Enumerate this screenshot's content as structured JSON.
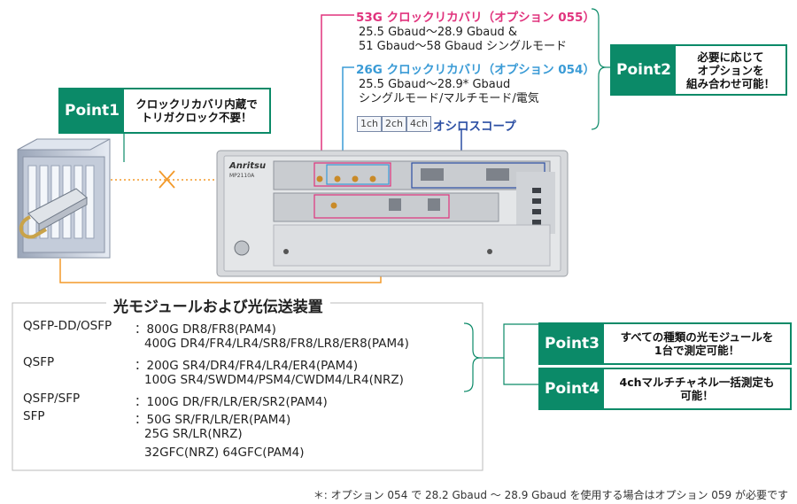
{
  "opt055": {
    "title": "53G クロックリカバリ（オプション 055）",
    "line1": "25.5 Gbaud～28.9 Gbaud &",
    "line2": "51 Gbaud～58 Gbaud シングルモード"
  },
  "opt054": {
    "title": "26G クロックリカバリ（オプション 054）",
    "line1": "25.5 Gbaud～28.9* Gbaud",
    "line2": "シングルモード/マルチモード/電気"
  },
  "scope": {
    "ch1": "1ch",
    "ch2": "2ch",
    "ch4": "4ch",
    "label": "オシロスコープ"
  },
  "instrument": {
    "brand": "Anritsu",
    "model": "MP2110A"
  },
  "points": {
    "p1": {
      "tag": "Point1",
      "line1": "クロックリカバリ内蔵で",
      "line2": "トリガクロック不要！"
    },
    "p2": {
      "tag": "Point2",
      "line1": "必要に応じて",
      "line2": "オプションを",
      "line3": "組み合わせ可能！"
    },
    "p3": {
      "tag": "Point3",
      "line1": "すべての種類の光モジュールを",
      "line2": "1台で測定可能！"
    },
    "p4": {
      "tag": "Point4",
      "line1": "4chマルチチャネル一括測定も",
      "line2": "可能！"
    }
  },
  "modules": {
    "title": "光モジュールおよび光伝送装置",
    "rows": [
      {
        "label": "QSFP-DD/OSFP",
        "value": "：800G DR8/FR8(PAM4)"
      },
      {
        "label": "",
        "value": "400G DR4/FR4/LR4/SR8/FR8/LR8/ER8(PAM4)"
      },
      {
        "label": "QSFP",
        "value": "：200G SR4/DR4/FR4/LR4/ER4(PAM4)"
      },
      {
        "label": "",
        "value": "100G SR4/SWDM4/PSM4/CWDM4/LR4(NRZ)"
      },
      {
        "label": "QSFP/SFP",
        "value": "：100G DR/FR/LR/ER/SR2(PAM4)"
      },
      {
        "label": "SFP",
        "value": "：50G SR/FR/LR/ER(PAM4)"
      },
      {
        "label": "",
        "value": "25G SR/LR(NRZ)"
      },
      {
        "label": "",
        "value": "32GFC(NRZ)  64GFC(PAM4)"
      }
    ]
  },
  "footnote": "＊: オプション 054 で 28.2 Gbaud ～ 28.9 Gbaud を使用する場合はオプション 059 が必要です",
  "colors": {
    "accent_green": "#0b8a68",
    "opt055": "#e0337d",
    "opt054": "#3a9bd6",
    "scope_blue": "#2b4ea3",
    "signal_orange": "#f39a2a"
  }
}
